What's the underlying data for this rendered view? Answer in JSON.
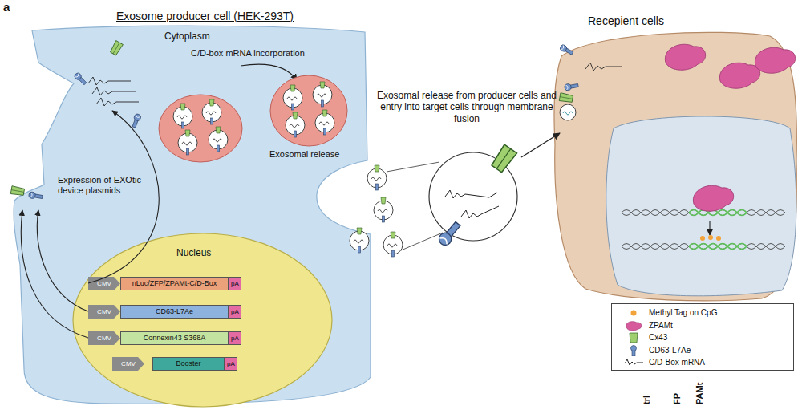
{
  "diagram": {
    "nodes": [
      {
        "text": [
          "Exosome producer cell (HEK-293T)",
          "Cytoplasm"
        ]
      },
      {
        "text": [
          "Nucleus"
        ],
        "in": 0
      },
      {
        "text": [
          "CMV"
        ],
        "in": 1
      },
      {
        "text": [
          "nLuc/ZFP/ZPAMt-C/D-Box"
        ],
        "in": 1
      },
      {
        "text": [
          "pA"
        ],
        "in": 1
      },
      {
        "text": [
          "CMV"
        ],
        "in": 1
      },
      {
        "text": [
          "CD63-L7Ae"
        ],
        "in": 1
      },
      {
        "text": [
          "pA"
        ],
        "in": 1
      },
      {
        "text": [
          "CMV"
        ],
        "in": 1
      },
      {
        "text": [
          "Connexin43 S368A"
        ],
        "in": 1
      },
      {
        "text": [
          "pA"
        ],
        "in": 1
      },
      {
        "text": [
          "CMV"
        ],
        "in": 1
      },
      {
        "text": [
          "Booster"
        ],
        "in": 1
      },
      {
        "text": [
          "pA"
        ],
        "in": 1
      },
      {
        "text": [
          "Recepient cells"
        ]
      }
    ],
    "labels": [
      "a",
      "C/D-box mRNA incorporation",
      "Exosomal release",
      "Expression of EXOtic device plasmids",
      "Exosomal release from producer cells and entry into target cells through membrane fusion",
      "trl",
      "FP",
      "PAMt"
    ],
    "legend": [
      {
        "text": "Methyl Tag on CpG",
        "color": "#f2a33a"
      },
      {
        "text": "ZPAMt",
        "color": "#d65a9c"
      },
      {
        "text": "Cx43",
        "color": "#9fcf6f"
      },
      {
        "text": "CD63-L7Ae",
        "color": "#6f93c9"
      },
      {
        "text": "C/D-Box mRNA"
      }
    ]
  }
}
